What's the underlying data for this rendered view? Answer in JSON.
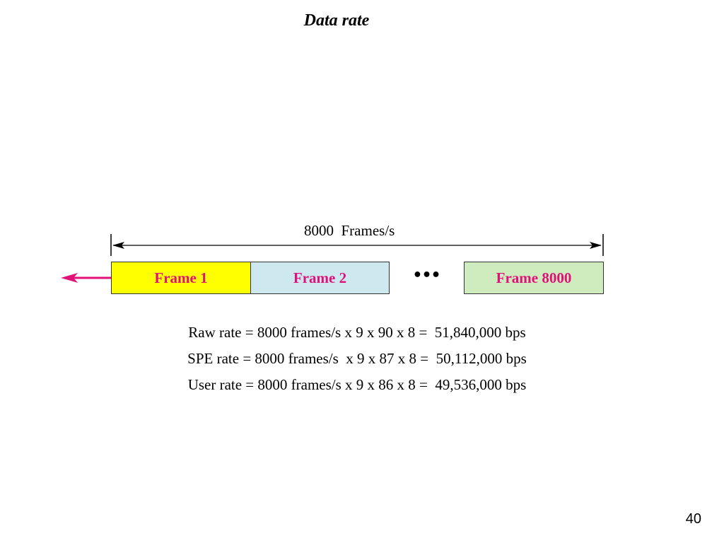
{
  "slide": {
    "title": "Data rate",
    "page_number": "40"
  },
  "diagram": {
    "span_label": "8000  Frames/s",
    "frames": [
      "Frame 1",
      "Frame 2",
      "Frame 8000"
    ],
    "ellipsis": "•••",
    "colors": {
      "frame_1_fill": "#ffff00",
      "frame_2_fill": "#cde9ef",
      "frame_n_fill": "#cfecbf",
      "frame_label": "#e0127a",
      "arrow": "#e0127a"
    }
  },
  "rates": [
    "Raw rate = 8000 frames/s x 9 x 90 x 8 =  51,840,000 bps",
    "SPE rate = 8000 frames/s  x 9 x 87 x 8 =  50,112,000 bps",
    "User rate = 8000 frames/s x 9 x 86 x 8 =  49,536,000 bps"
  ]
}
